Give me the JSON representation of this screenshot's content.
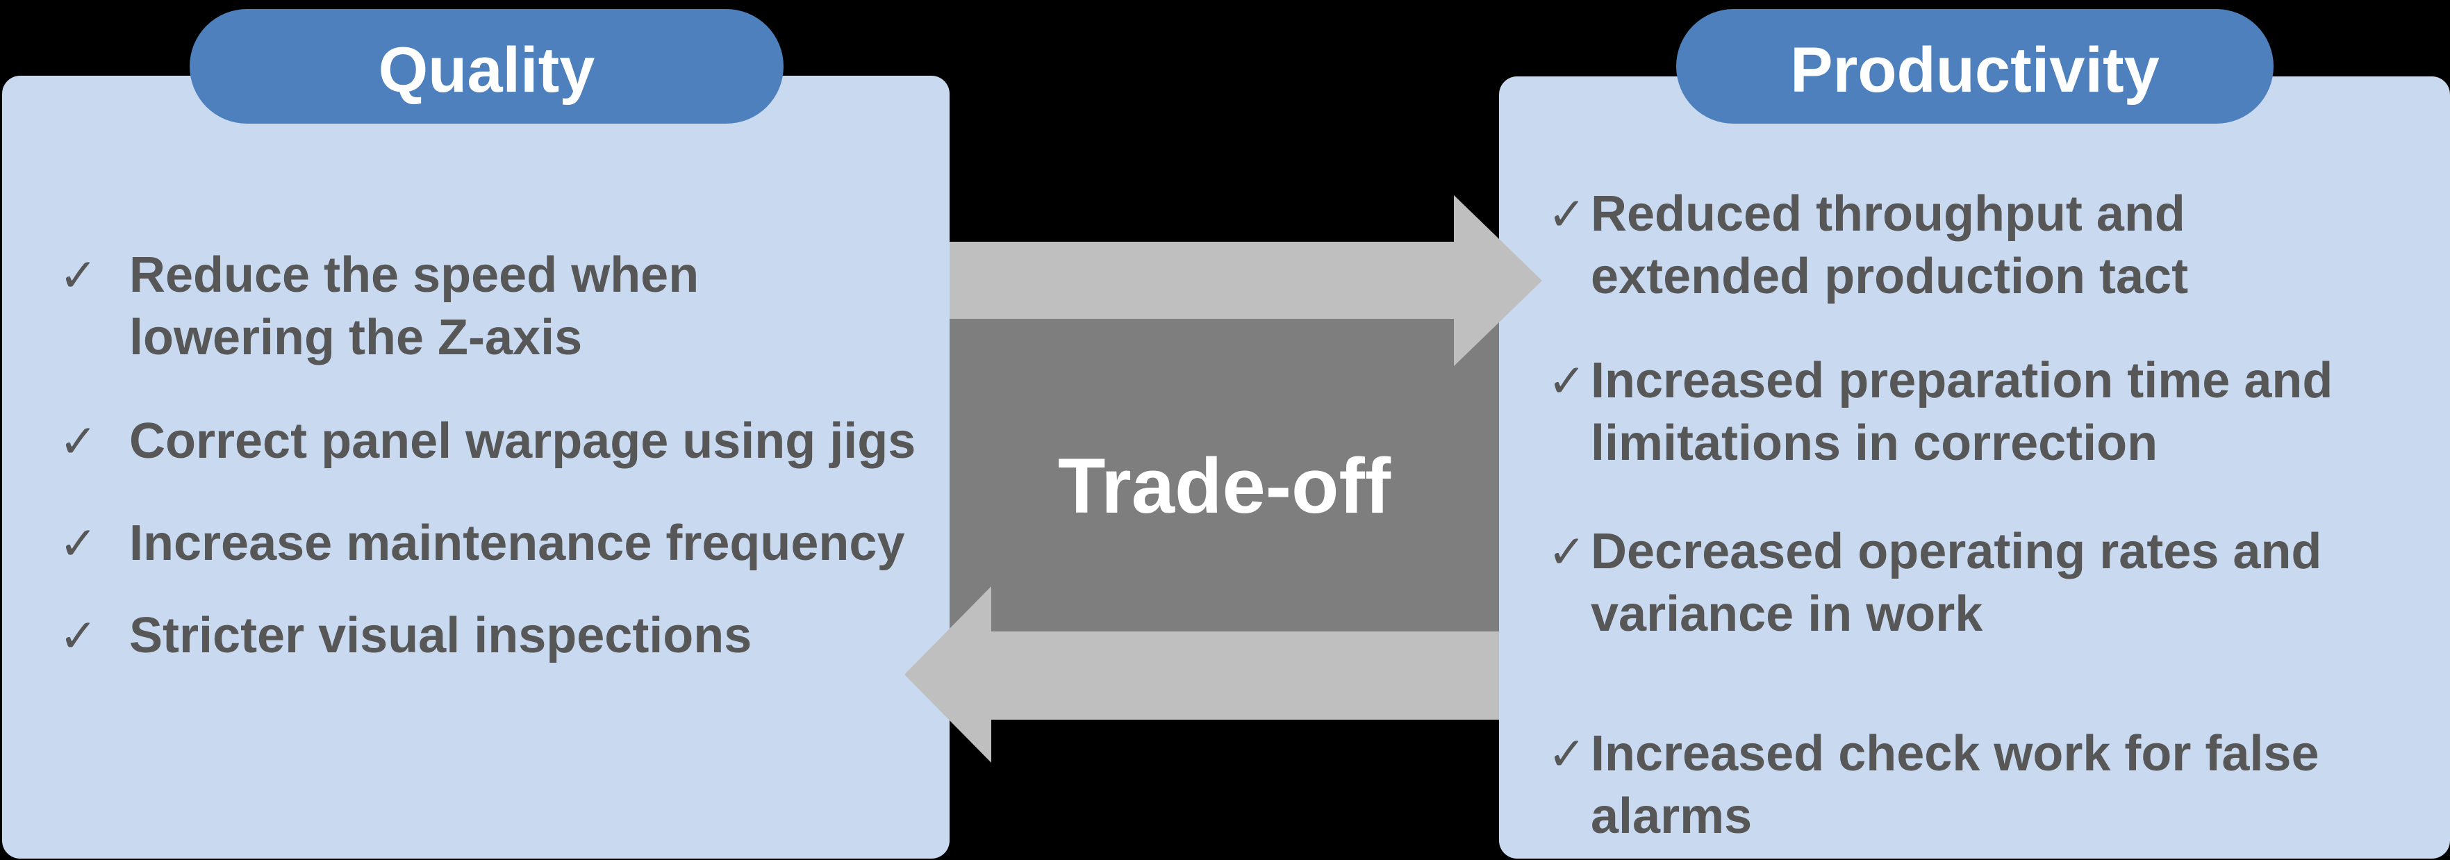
{
  "colors": {
    "background": "#000000",
    "panel_fill": "#c8d9f0",
    "header_fill": "#4e80bd",
    "header_text": "#ffffff",
    "arrow_fill": "#bfbfbf",
    "tradeoff_fill": "#7e7e7e",
    "tradeoff_text": "#ffffff",
    "bullet_text": "#575757"
  },
  "icons": {
    "check": "✓"
  },
  "left_panel": {
    "header": "Quality",
    "bullets": [
      {
        "lines": [
          "Reduce the speed when",
          "lowering the Z-axis"
        ]
      },
      {
        "lines": [
          "Correct panel warpage using jigs"
        ]
      },
      {
        "lines": [
          "Increase maintenance frequency"
        ]
      },
      {
        "lines": [
          "Stricter visual inspections"
        ]
      }
    ]
  },
  "center": {
    "label": "Trade-off"
  },
  "right_panel": {
    "header": "Productivity",
    "bullets": [
      {
        "lines": [
          "Reduced throughput and",
          "extended production tact"
        ]
      },
      {
        "lines": [
          "Increased preparation time and",
          "limitations in correction"
        ]
      },
      {
        "lines": [
          "Decreased operating rates and",
          "variance in work"
        ]
      },
      {
        "lines": [
          "Increased check work for false",
          "alarms"
        ]
      }
    ]
  }
}
